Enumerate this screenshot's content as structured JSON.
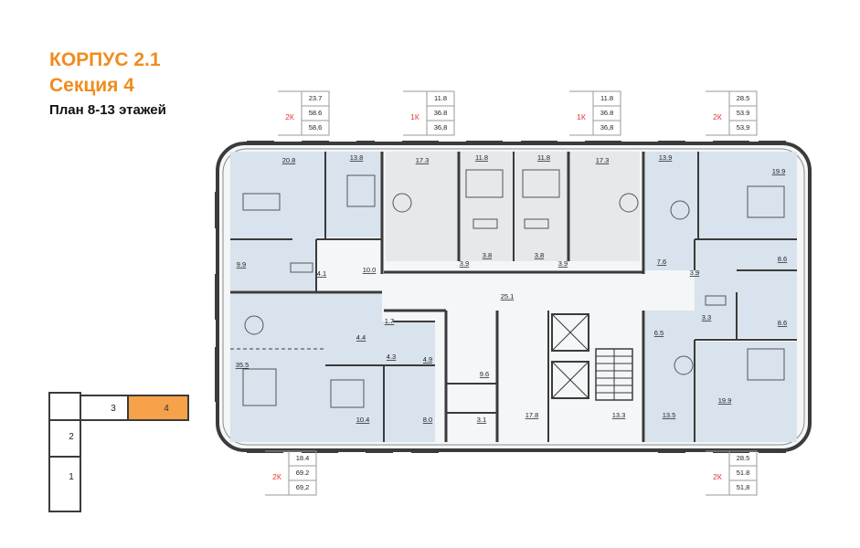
{
  "header": {
    "building": "КОРПУС 2.1",
    "section": "Секция 4",
    "plan": "План 8-13 этажей"
  },
  "apartments": [
    {
      "type": "2К",
      "values": [
        "23.7",
        "58.6",
        "58,6"
      ]
    },
    {
      "type": "1К",
      "values": [
        "11.8",
        "36.8",
        "36,8"
      ]
    },
    {
      "type": "1К",
      "values": [
        "11.8",
        "36.8",
        "36,8"
      ]
    },
    {
      "type": "2К",
      "values": [
        "28.5",
        "53.9",
        "53,9"
      ]
    },
    {
      "type": "2К",
      "values": [
        "18.4",
        "69.2",
        "69,2"
      ]
    },
    {
      "type": "2К",
      "values": [
        "28.5",
        "51.8",
        "51,8"
      ]
    }
  ],
  "rooms": [
    "20.8",
    "13.8",
    "17.3",
    "11.8",
    "11.8",
    "17.3",
    "13.9",
    "19.9",
    "9.9",
    "4.1",
    "10.0",
    "3.9",
    "3.8",
    "3.8",
    "3.9",
    "7.6",
    "3.9",
    "8.6",
    "25.1",
    "1.7",
    "3.3",
    "8.6",
    "4.4",
    "6.5",
    "4.3",
    "35.5",
    "4.9",
    "9.6",
    "10.4",
    "8.0",
    "3.1",
    "17.8",
    "13.3",
    "13.5",
    "19.9"
  ],
  "key_plan": {
    "sections": [
      "1",
      "2",
      "3",
      "4"
    ],
    "current": "4"
  },
  "colors": {
    "accent": "#f08c1e",
    "apartment": "#d9e3ed",
    "common": "#e6e8ea",
    "wall": "#3b3b3b",
    "room_type": "#e53935"
  }
}
